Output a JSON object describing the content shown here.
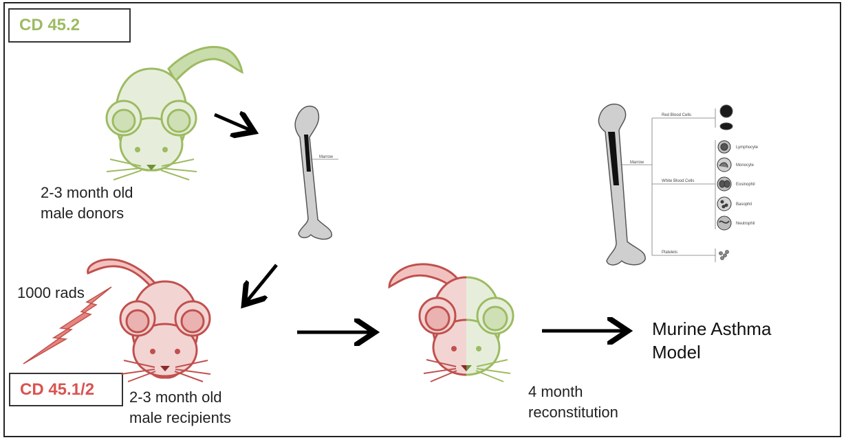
{
  "donor_box": {
    "label": "CD 45.2",
    "color": "#9dbb61"
  },
  "recipient_box": {
    "label": "CD 45.1/2",
    "color": "#d9534f"
  },
  "donor_caption": [
    "2-3 month old",
    "male donors"
  ],
  "recipient_caption": [
    "2-3 month old",
    "male recipients"
  ],
  "irradiation_label": "1000 rads",
  "reconstitution_caption": [
    "4 month",
    "reconstitution"
  ],
  "outcome": [
    "Murine Asthma",
    "Model"
  ],
  "small_bone_label": "Marrow",
  "marrow_diagram": {
    "marrow_label": "Marrow",
    "branches": [
      {
        "label": "Red Blood Cells",
        "cells": []
      },
      {
        "label": "White Blood Cells",
        "cells": [
          "Lymphocyte",
          "Monocyte",
          "Eosinophil",
          "Basophil",
          "Neutrophil"
        ]
      },
      {
        "label": "Platelets",
        "cells": []
      }
    ]
  },
  "colors": {
    "donor_green": "#9dbb61",
    "donor_fill": "#e6eedb",
    "recipient_red": "#c0504d",
    "recipient_fill": "#f2d4d3",
    "arrow": "#000000"
  }
}
